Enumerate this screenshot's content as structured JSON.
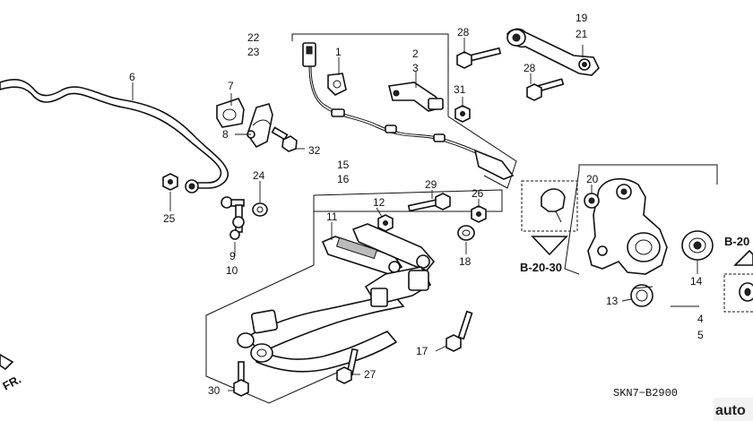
{
  "callouts": {
    "c1": "1",
    "c2": "2",
    "c3": "3",
    "c4": "4",
    "c5": "5",
    "c6": "6",
    "c7": "7",
    "c8": "8",
    "c9": "9",
    "c10": "10",
    "c11": "11",
    "c12": "12",
    "c13": "13",
    "c14": "14",
    "c15": "15",
    "c16": "16",
    "c17": "17",
    "c18": "18",
    "c19": "19",
    "c20": "20",
    "c21": "21",
    "c22": "22",
    "c23": "23",
    "c24": "24",
    "c25": "25",
    "c26": "26",
    "c27": "27",
    "c28a": "28",
    "c28b": "28",
    "c29": "29",
    "c30": "30",
    "c31": "31",
    "c32": "32"
  },
  "refs": {
    "b2030": "B-20-30",
    "b20_right": "B-20"
  },
  "front_marker": "FR.",
  "diagram_code": "SKN7−B2900",
  "watermark": "auto"
}
